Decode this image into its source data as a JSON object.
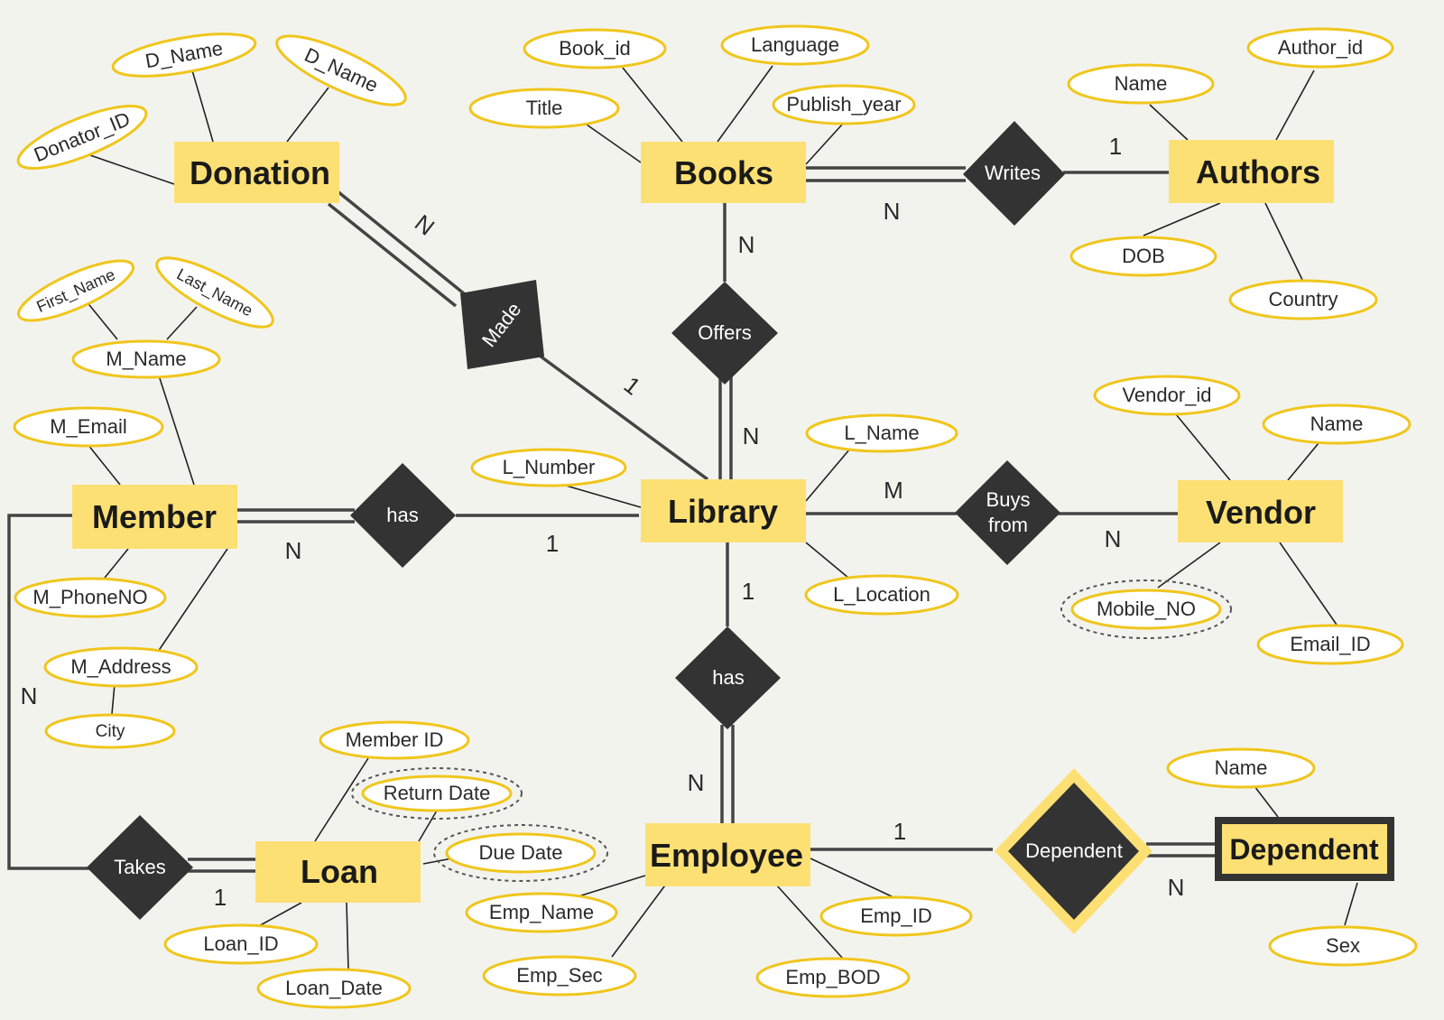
{
  "colors": {
    "background": "#f3f3ee",
    "entity_fill": "#fde074",
    "attribute_border": "#f0c61c",
    "relationship_fill": "#333333",
    "line": "#444444"
  },
  "entities": {
    "donation": "Donation",
    "books": "Books",
    "authors": "Authors",
    "member": "Member",
    "library": "Library",
    "vendor": "Vendor",
    "loan": "Loan",
    "employee": "Employee",
    "dependent": "Dependent"
  },
  "relationships": {
    "writes": "Writes",
    "made": "Made",
    "offers": "Offers",
    "member_has": "has",
    "buys_from_1": "Buys",
    "buys_from_2": "from",
    "employee_has": "has",
    "takes": "Takes",
    "dependent": "Dependent"
  },
  "attributes": {
    "donation_d_name_1": "D_Name",
    "donation_d_name_2": "D_Name",
    "donation_donator_id": "Donator_ID",
    "books_book_id": "Book_id",
    "books_language": "Language",
    "books_title": "Title",
    "books_publish_year": "Publish_year",
    "authors_name": "Name",
    "authors_author_id": "Author_id",
    "authors_dob": "DOB",
    "authors_country": "Country",
    "member_first_name": "First_Name",
    "member_last_name": "Last_Name",
    "member_m_name": "M_Name",
    "member_m_email": "M_Email",
    "member_m_phoneno": "M_PhoneNO",
    "member_m_address": "M_Address",
    "member_city": "City",
    "library_l_number": "L_Number",
    "library_l_name": "L_Name",
    "library_l_location": "L_Location",
    "vendor_vendor_id": "Vendor_id",
    "vendor_name": "Name",
    "vendor_mobile_no": "Mobile_NO",
    "vendor_email_id": "Email_ID",
    "loan_member_id": "Member ID",
    "loan_return_date": "Return Date",
    "loan_due_date": "Due Date",
    "loan_loan_id": "Loan_ID",
    "loan_loan_date": "Loan_Date",
    "employee_emp_name": "Emp_Name",
    "employee_emp_id": "Emp_ID",
    "employee_emp_sec": "Emp_Sec",
    "employee_emp_bod": "Emp_BOD",
    "dependent_name": "Name",
    "dependent_sex": "Sex"
  },
  "cardinalities": {
    "donation_made": "N",
    "made_library": "1",
    "books_writes": "N",
    "writes_authors": "1",
    "books_offers": "N",
    "offers_library": "N",
    "member_has": "N",
    "has_library": "1",
    "library_buys": "M",
    "buys_vendor": "N",
    "library_employee_has": "1",
    "has_employee": "N",
    "member_takes": "N",
    "takes_loan": "1",
    "employee_dependent": "1",
    "dependent_entity": "N"
  }
}
